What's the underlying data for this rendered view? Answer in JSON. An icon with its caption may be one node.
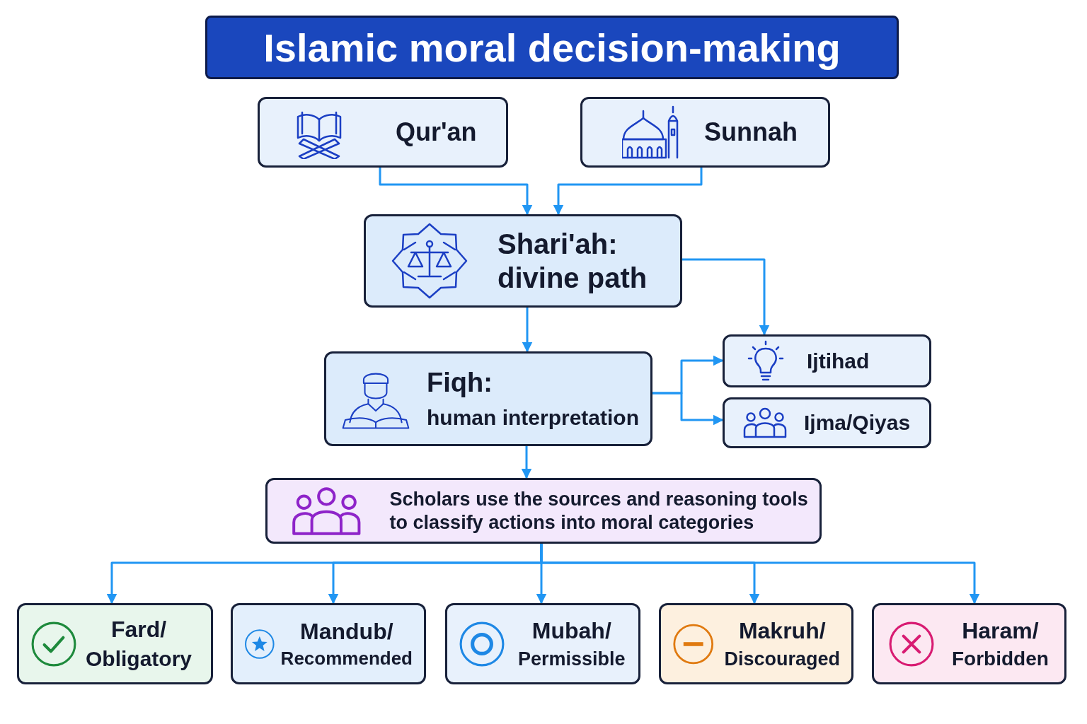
{
  "diagram": {
    "title": "Islamic moral decision-making",
    "nodes": [
      {
        "text": [
          "Qur'an"
        ]
      },
      {
        "text": [
          "Sunnah"
        ]
      },
      {
        "text": [
          "Shari'ah: divine path"
        ]
      },
      {
        "text": [
          "Fiqh:",
          "human interpretation"
        ]
      },
      {
        "text": [
          "Ijtihad"
        ]
      },
      {
        "text": [
          "Ijma/Qiyas"
        ]
      },
      {
        "text": [
          "Scholars use the sources and reasoning tools to classify actions into moral categories"
        ]
      },
      {
        "text": [
          "Fard/",
          "Obligatory"
        ]
      },
      {
        "text": [
          "Mandub/",
          "Recommended"
        ]
      },
      {
        "text": [
          "Mubah/",
          "Permissible"
        ]
      },
      {
        "text": [
          "Makruh/",
          "Discouraged"
        ]
      },
      {
        "text": [
          "Haram/",
          "Forbidden"
        ]
      }
    ],
    "edges": [
      {
        "from": 0,
        "to": 2,
        "arrow": "to"
      },
      {
        "from": 1,
        "to": 2,
        "arrow": "to"
      },
      {
        "from": 2,
        "to": 4,
        "arrow": "to"
      },
      {
        "from": 2,
        "to": 3,
        "arrow": "to"
      },
      {
        "from": 3,
        "to": 4,
        "arrow": "to"
      },
      {
        "from": 3,
        "to": 5,
        "arrow": "to"
      },
      {
        "from": 3,
        "to": 6,
        "arrow": "to"
      },
      {
        "from": 6,
        "to": 7,
        "arrow": "to"
      },
      {
        "from": 6,
        "to": 8,
        "arrow": "to"
      },
      {
        "from": 6,
        "to": 9,
        "arrow": "to"
      },
      {
        "from": 6,
        "to": 10,
        "arrow": "to"
      },
      {
        "from": 6,
        "to": 11,
        "arrow": "to"
      }
    ]
  }
}
